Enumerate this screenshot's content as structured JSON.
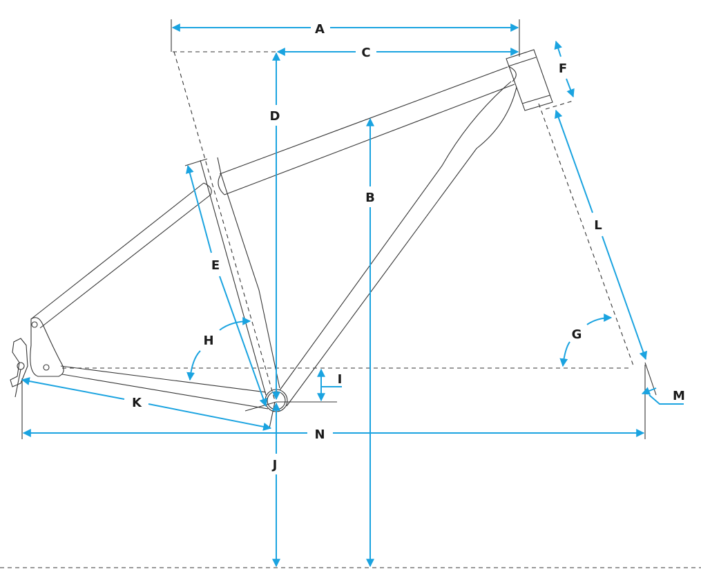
{
  "title": "Bike frame geometry diagram",
  "colors": {
    "dimension": "#1aa3e0",
    "frame": "#333333"
  },
  "labels": {
    "A": "A",
    "B": "B",
    "C": "C",
    "D": "D",
    "E": "E",
    "F": "F",
    "G": "G",
    "H": "H",
    "I": "I",
    "J": "J",
    "K": "K",
    "L": "L",
    "M": "M",
    "N": "N"
  }
}
